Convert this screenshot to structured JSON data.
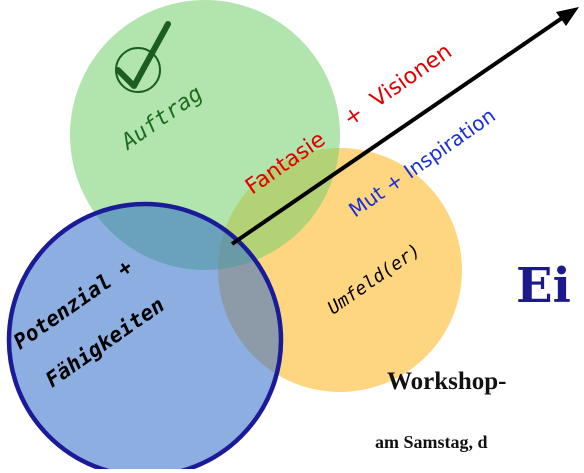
{
  "diagram": {
    "labels": {
      "auftrag": "Auftrag",
      "fantasie": "Fantasie",
      "plus1": "+",
      "visionen": "Visionen",
      "mut_inspiration": "Mut + Inspiration",
      "potenzial": "Potenzial +",
      "faehigkeiten": "Fähigkeiten",
      "umfeld": "Umfeld(er)"
    },
    "colors": {
      "green_circle": "#8fdc8a",
      "yellow_circle": "#ffc64f",
      "blue_circle": "#5d8fd6",
      "blue_border": "#1b1b9a",
      "arrow": "#000000",
      "red_text": "#e00000",
      "blue_text": "#1a2fd8",
      "green_text": "#1e6b1e",
      "check": "#1b5e20"
    },
    "icons": {
      "check": "check-circle-icon",
      "arrow": "arrow-icon"
    }
  },
  "text": {
    "headline": "Ei",
    "line1": "Workshop-",
    "line2": "am Samstag, d"
  }
}
